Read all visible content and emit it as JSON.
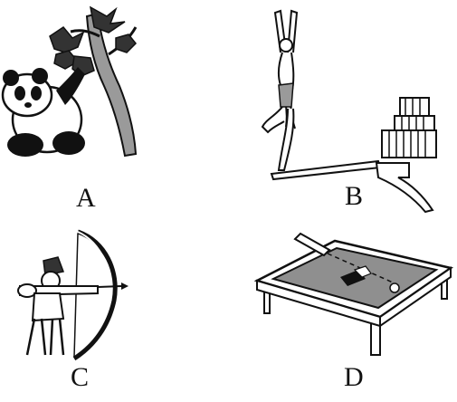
{
  "panels": {
    "a": {
      "label": "A"
    },
    "b": {
      "label": "B"
    },
    "c": {
      "label": "C"
    },
    "d": {
      "label": "D"
    }
  },
  "icons": {
    "a": "panda-bamboo-icon",
    "b": "diver-springboard-icon",
    "c": "archer-bow-icon",
    "d": "billiard-table-icon"
  },
  "colors": {
    "ink": "#111111",
    "gray": "#9a9a9a",
    "felt": "#8f8f8f",
    "paper": "#ffffff"
  }
}
